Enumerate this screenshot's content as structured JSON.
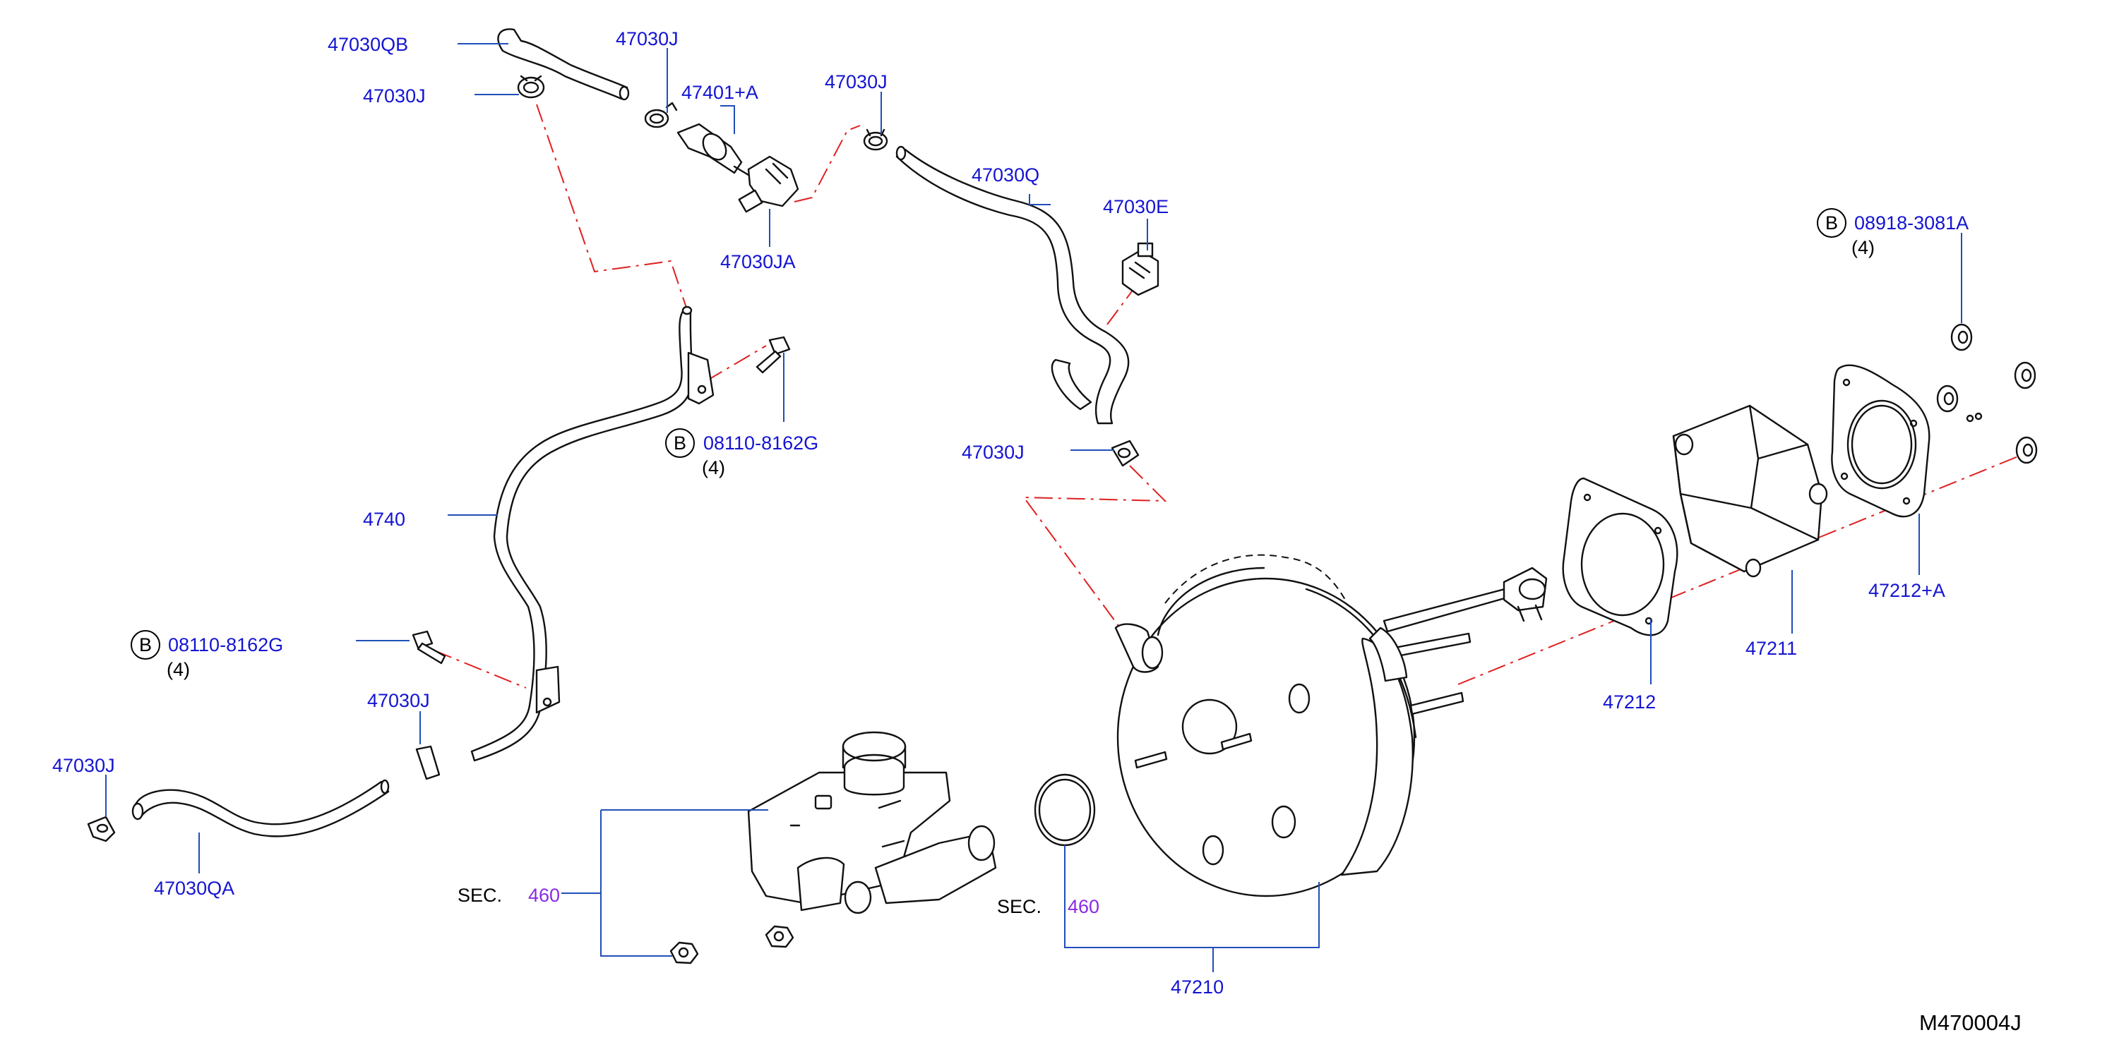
{
  "diagram_id": "M470004J",
  "labels": {
    "hose_upper": "47030QB",
    "clamp_upper_left": "47030J",
    "clamp_top": "47030J",
    "check_valve": "47401+A",
    "connector_a": "47030JA",
    "clamp_mid": "47030J",
    "hose_mid": "47030Q",
    "connector_e": "47030E",
    "clamp_booster": "47030J",
    "tube_main": "4740",
    "clamp_lower": "47030J",
    "clamp_far_left": "47030J",
    "hose_lower": "47030QA",
    "booster": "47210",
    "gasket": "47212",
    "spacer": "47211",
    "gasket_plus": "47212+A"
  },
  "fasteners": {
    "bolt_upper": {
      "badge": "B",
      "code": "08110-8162G",
      "qty": "(4)"
    },
    "bolt_lower": {
      "badge": "B",
      "code": "08110-8162G",
      "qty": "(4)"
    },
    "nut_right": {
      "badge": "B",
      "code": "08918-3081A",
      "qty": "(4)"
    }
  },
  "section_refs": {
    "master_cylinder": {
      "prefix": "SEC.",
      "number": "460"
    },
    "o_ring": {
      "prefix": "SEC.",
      "number": "460"
    }
  },
  "colors": {
    "part_number": "#1414d2",
    "leader_line": "#1f4fb8",
    "chain_line": "#e02020",
    "section_number": "#8a2be2"
  }
}
